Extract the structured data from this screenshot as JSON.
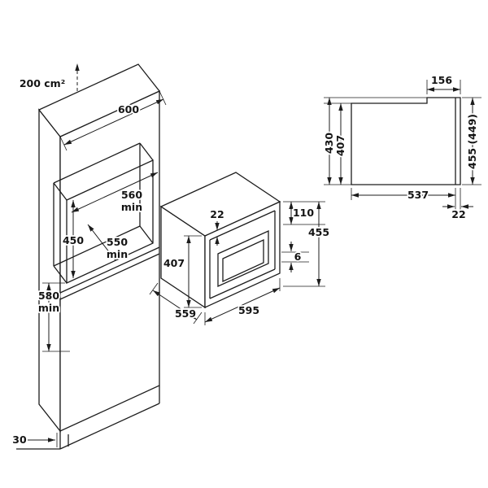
{
  "figure": {
    "line_color": "#1c1c1c",
    "cabinet": {
      "vent_area": "200 cm²",
      "width": "600",
      "niche_width": "560",
      "niche_width_suffix": "min",
      "niche_depth": "550",
      "niche_depth_suffix": "min",
      "niche_height": "450",
      "clearance_height": "580",
      "clearance_height_suffix": "min",
      "plinth_recess": "30"
    },
    "oven": {
      "frame_overlap": "22",
      "height": "407",
      "depth": "559",
      "width": "595",
      "top_clearance": "110",
      "installed_height": "455",
      "bottom_gap": "6"
    },
    "side_view": {
      "top_section_depth": "156",
      "height_with_feet": "430",
      "body_height": "407",
      "overall_height": "455 (449)",
      "body_depth": "537",
      "door_depth": "22"
    }
  }
}
